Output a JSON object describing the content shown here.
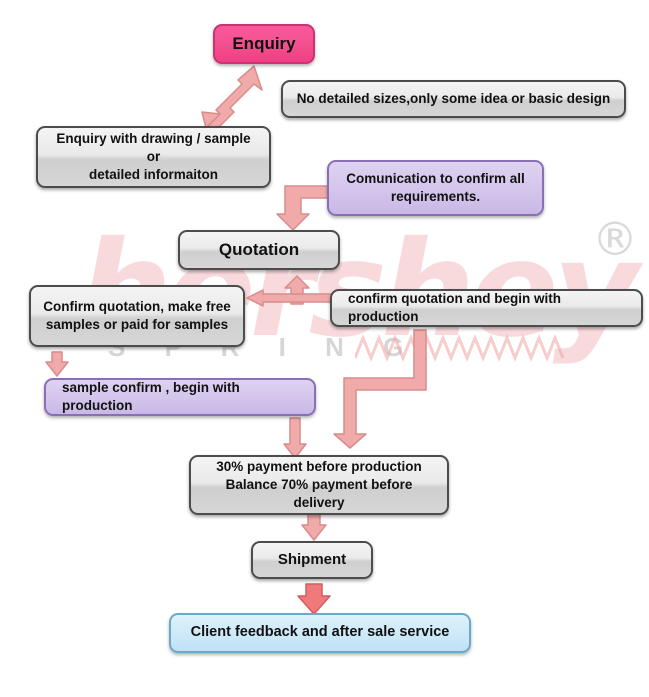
{
  "diagram": {
    "title": "Order Process Flowchart",
    "colors": {
      "start_node": "#f4508f",
      "process_node": "#e3e3e3",
      "communication_node": "#d4c6ec",
      "final_node": "#cfeaf8",
      "arrow": "#e8a0a0",
      "node_border": "#4c4c4c"
    },
    "watermark": {
      "brand": "hershey",
      "subtitle": "S P R I N G",
      "registered_mark": "®",
      "coil_icon": "spring-coil-icon"
    },
    "nodes": {
      "enquiry": {
        "label": "Enquiry"
      },
      "no_detail": {
        "label": "No detailed sizes,only some idea or basic design"
      },
      "enquiry_with_drawing": {
        "label": "Enquiry with drawing / sample or\ndetailed informaiton"
      },
      "communication": {
        "label": "Comunication to confirm all\nrequirements."
      },
      "quotation": {
        "label": "Quotation"
      },
      "confirm_samples": {
        "label": "Confirm quotation, make free\nsamples  or paid for samples"
      },
      "confirm_production": {
        "label": "confirm quotation and begin with production"
      },
      "sample_confirm": {
        "label": "sample confirm , begin with production"
      },
      "payment": {
        "label": "30% payment before production\nBalance 70% payment before delivery"
      },
      "shipment": {
        "label": "Shipment"
      },
      "feedback": {
        "label": "Client feedback and after sale service"
      }
    },
    "arrows": [
      {
        "name": "enquiry-split-arrow",
        "kind": "double-head-diagonal"
      },
      {
        "name": "communication-to-quotation-arrow",
        "kind": "elbow-left-down"
      },
      {
        "name": "quotation-three-way-arrow",
        "kind": "tee-up-left-right"
      },
      {
        "name": "confirm-samples-down-arrow",
        "kind": "down"
      },
      {
        "name": "sample-confirm-down-arrow",
        "kind": "down"
      },
      {
        "name": "production-to-payment-arrow",
        "kind": "elbow-down-left-down"
      },
      {
        "name": "payment-to-shipment-arrow",
        "kind": "down"
      },
      {
        "name": "shipment-to-feedback-arrow",
        "kind": "down"
      }
    ]
  }
}
